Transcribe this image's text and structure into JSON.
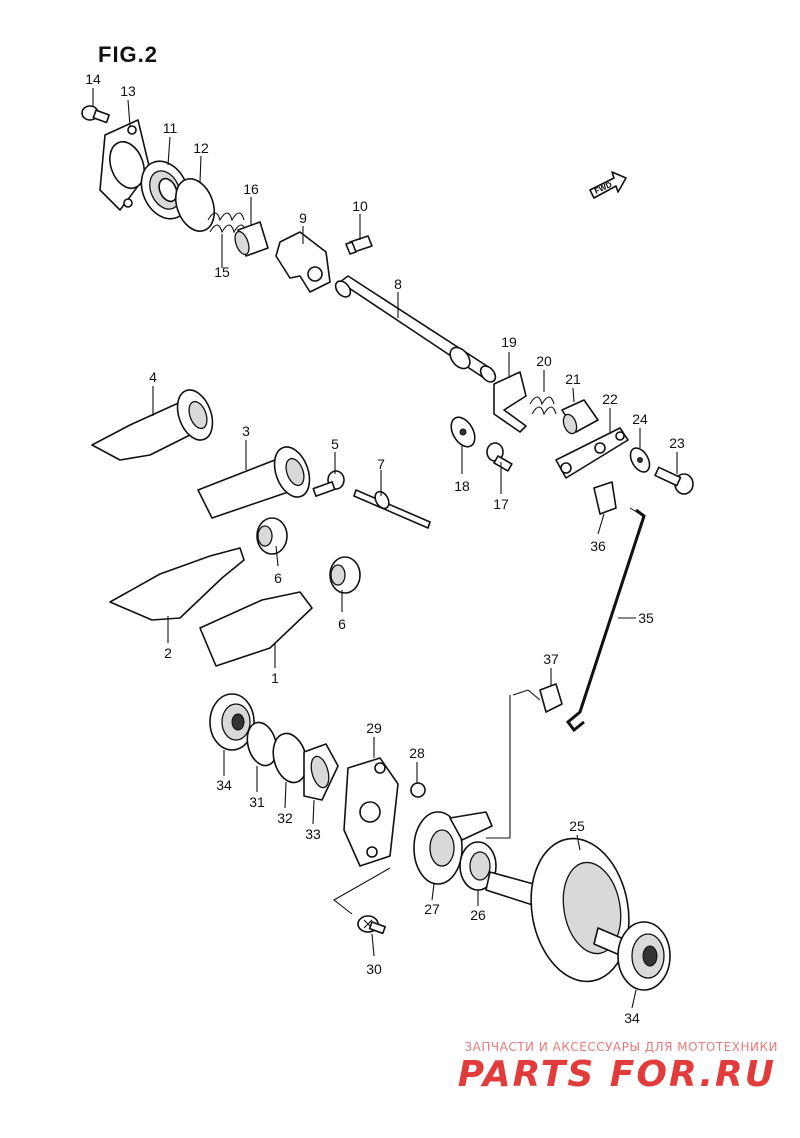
{
  "figure": {
    "title": "FIG.2",
    "fwd_label": "FWD"
  },
  "callouts": [
    {
      "id": "c1",
      "label": "1"
    },
    {
      "id": "c2",
      "label": "2"
    },
    {
      "id": "c3",
      "label": "3"
    },
    {
      "id": "c4",
      "label": "4"
    },
    {
      "id": "c5",
      "label": "5"
    },
    {
      "id": "c6a",
      "label": "6"
    },
    {
      "id": "c6b",
      "label": "6"
    },
    {
      "id": "c7",
      "label": "7"
    },
    {
      "id": "c8",
      "label": "8"
    },
    {
      "id": "c9",
      "label": "9"
    },
    {
      "id": "c10",
      "label": "10"
    },
    {
      "id": "c11",
      "label": "11"
    },
    {
      "id": "c12",
      "label": "12"
    },
    {
      "id": "c13",
      "label": "13"
    },
    {
      "id": "c14",
      "label": "14"
    },
    {
      "id": "c15",
      "label": "15"
    },
    {
      "id": "c16",
      "label": "16"
    },
    {
      "id": "c17",
      "label": "17"
    },
    {
      "id": "c18",
      "label": "18"
    },
    {
      "id": "c19",
      "label": "19"
    },
    {
      "id": "c20",
      "label": "20"
    },
    {
      "id": "c21",
      "label": "21"
    },
    {
      "id": "c22",
      "label": "22"
    },
    {
      "id": "c23",
      "label": "23"
    },
    {
      "id": "c24",
      "label": "24"
    },
    {
      "id": "c25",
      "label": "25"
    },
    {
      "id": "c26",
      "label": "26"
    },
    {
      "id": "c27",
      "label": "27"
    },
    {
      "id": "c28",
      "label": "28"
    },
    {
      "id": "c29",
      "label": "29"
    },
    {
      "id": "c30",
      "label": "30"
    },
    {
      "id": "c31",
      "label": "31"
    },
    {
      "id": "c32",
      "label": "32"
    },
    {
      "id": "c33",
      "label": "33"
    },
    {
      "id": "c34a",
      "label": "34"
    },
    {
      "id": "c34b",
      "label": "34"
    },
    {
      "id": "c35",
      "label": "35"
    },
    {
      "id": "c36",
      "label": "36"
    },
    {
      "id": "c37",
      "label": "37"
    }
  ],
  "watermark": {
    "text": "ЗАПЧАСТИ И АКСЕССУАРЫ ДЛЯ МОТОТЕХНИКИ",
    "logo": "PARTS FOR.RU"
  }
}
